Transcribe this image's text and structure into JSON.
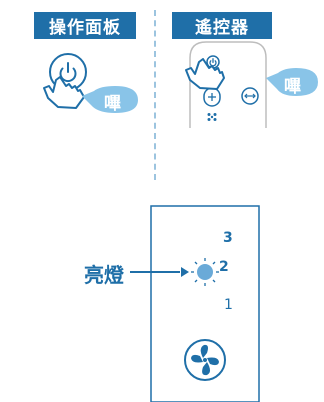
{
  "header": {
    "panel_label": "操作面板",
    "remote_label": "遙控器"
  },
  "beep": {
    "left_label": "嗶",
    "right_label": "嗶"
  },
  "speed": {
    "callout_label": "亮燈",
    "levels": [
      "3",
      "2",
      "1"
    ]
  },
  "icons": [
    "power-icon",
    "hand-pointer-icon",
    "fan-icon",
    "plus-icon",
    "swing-icon",
    "arrow-right-icon",
    "led-indicator-icon"
  ],
  "colors": {
    "brand": "#1f6fa8",
    "light_blue": "#89c4e8",
    "led": "#6aaad8",
    "outline": "#1f6fa8"
  }
}
